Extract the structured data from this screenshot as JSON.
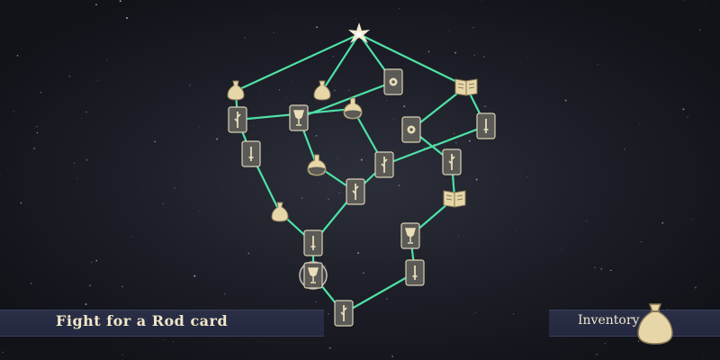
{
  "status": {
    "text": "Fight for a Rod card"
  },
  "inventory": {
    "label": "Inventory",
    "icon": "bag-icon"
  },
  "colors": {
    "background": "#17181f",
    "path": "#4fe0a7",
    "card_fill": "#5b5a56",
    "card_border": "#d9d1b8",
    "icon": "#e9deb9",
    "bar": "#2a2f46"
  },
  "map": {
    "current_node": "n17",
    "nodes": [
      {
        "id": "n0",
        "type": "star"
      },
      {
        "id": "n1",
        "type": "bag"
      },
      {
        "id": "n2",
        "type": "bag"
      },
      {
        "id": "n3",
        "type": "pentacle-card"
      },
      {
        "id": "n4",
        "type": "book"
      },
      {
        "id": "n5",
        "type": "rod-card"
      },
      {
        "id": "n6",
        "type": "cup-card"
      },
      {
        "id": "n7",
        "type": "potion"
      },
      {
        "id": "n8",
        "type": "sword-card"
      },
      {
        "id": "n9",
        "type": "pentacle-card"
      },
      {
        "id": "n10",
        "type": "sword-card"
      },
      {
        "id": "n11",
        "type": "potion"
      },
      {
        "id": "n12",
        "type": "rod-card"
      },
      {
        "id": "n13",
        "type": "rod-card"
      },
      {
        "id": "n14",
        "type": "rod-card"
      },
      {
        "id": "n15",
        "type": "book"
      },
      {
        "id": "n16",
        "type": "bag"
      },
      {
        "id": "n17",
        "type": "cup-card"
      },
      {
        "id": "n18",
        "type": "sword-card"
      },
      {
        "id": "n19",
        "type": "sword-card"
      },
      {
        "id": "n20",
        "type": "cup-card"
      },
      {
        "id": "n21",
        "type": "rod-card"
      }
    ],
    "edges": [
      [
        "n0",
        "n1"
      ],
      [
        "n0",
        "n2"
      ],
      [
        "n0",
        "n3"
      ],
      [
        "n0",
        "n4"
      ],
      [
        "n1",
        "n5"
      ],
      [
        "n3",
        "n6"
      ],
      [
        "n5",
        "n7"
      ],
      [
        "n4",
        "n9"
      ],
      [
        "n4",
        "n8"
      ],
      [
        "n5",
        "n10"
      ],
      [
        "n6",
        "n11"
      ],
      [
        "n7",
        "n12"
      ],
      [
        "n8",
        "n12"
      ],
      [
        "n9",
        "n14"
      ],
      [
        "n14",
        "n15"
      ],
      [
        "n11",
        "n13"
      ],
      [
        "n12",
        "n13"
      ],
      [
        "n10",
        "n16"
      ],
      [
        "n16",
        "n18"
      ],
      [
        "n13",
        "n18"
      ],
      [
        "n18",
        "n17"
      ],
      [
        "n15",
        "n20"
      ],
      [
        "n20",
        "n19"
      ],
      [
        "n17",
        "n21"
      ],
      [
        "n19",
        "n21"
      ]
    ]
  }
}
